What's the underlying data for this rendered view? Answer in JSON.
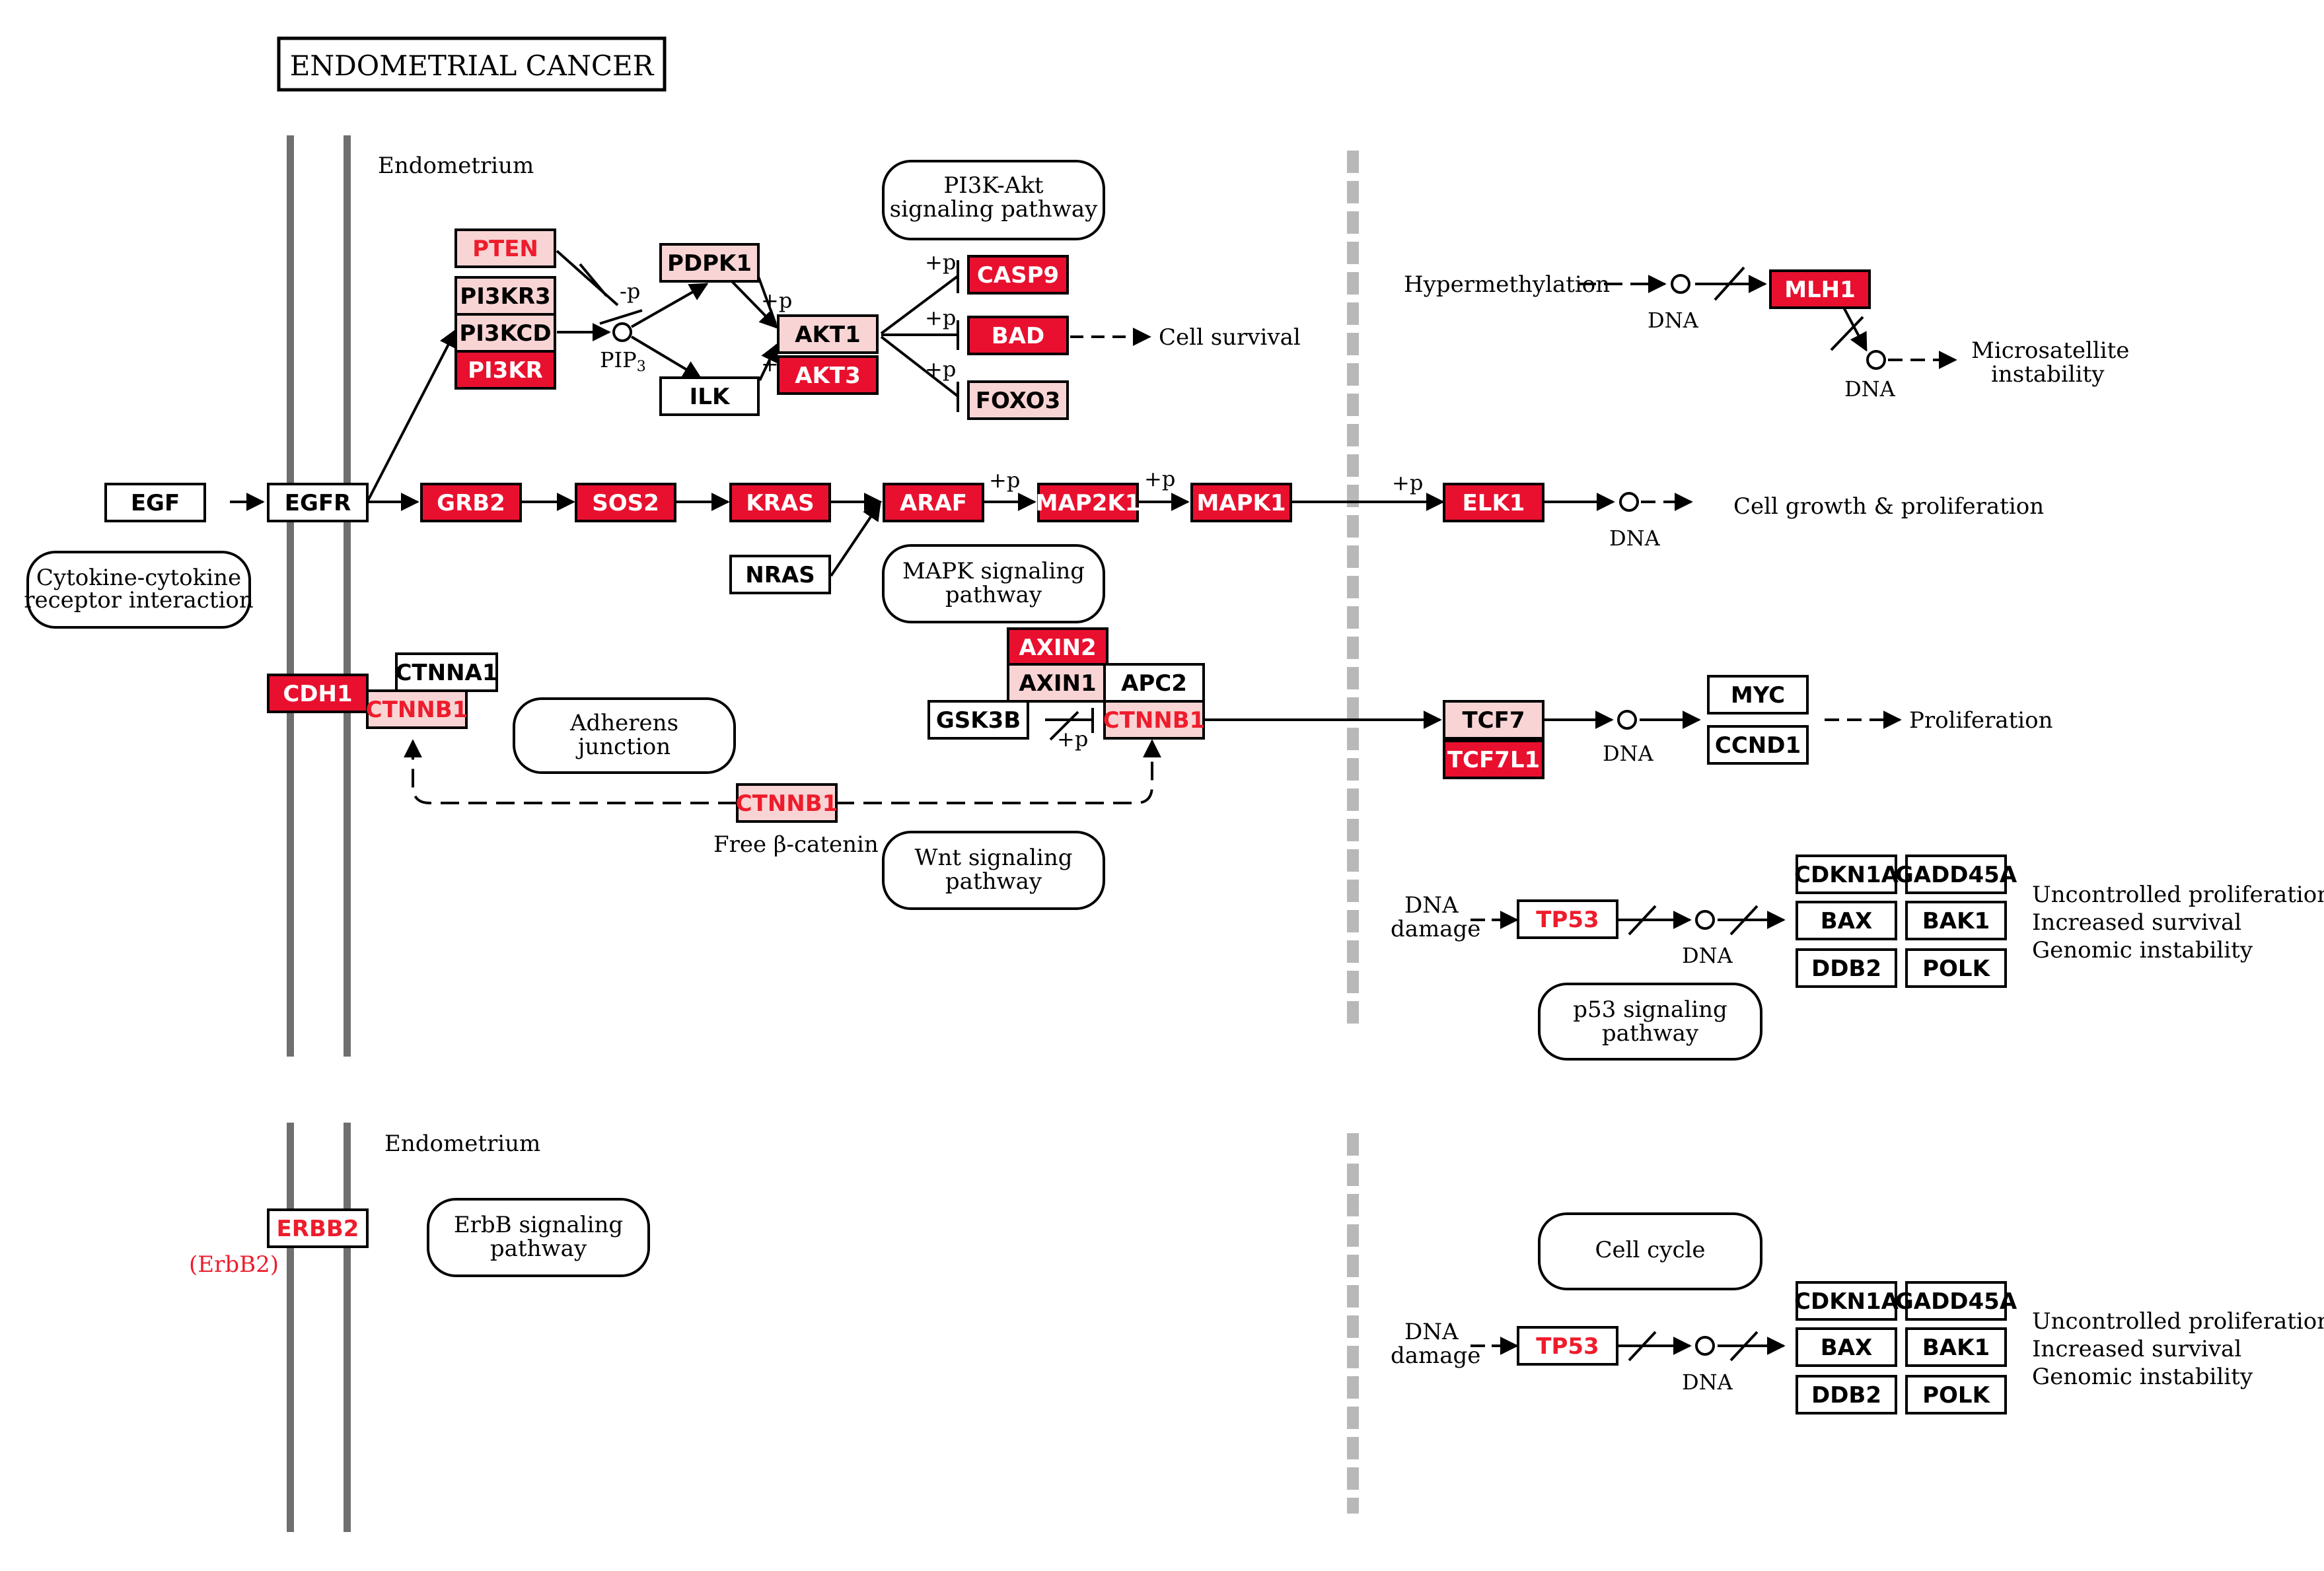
{
  "title": "ENDOMETRIAL CANCER",
  "colors": {
    "strong": "#e8102e",
    "light": "#f8d4d4",
    "white": "#ffffff",
    "red_text": "#ee1c2c",
    "membrane": "#6f6f6f",
    "divider": "#b8b8b8"
  },
  "labels": {
    "endometrium_top": "Endometrium",
    "endometrium_bottom": "Endometrium",
    "pip3": "PIP",
    "pip3_sub": "3",
    "minus_p": "-p",
    "plus_p": "+p",
    "plus": "+",
    "cell_survival": "Cell survival",
    "hypermethylation": "Hypermethylation",
    "dna": "DNA",
    "microsatellite_1": "Microsatellite",
    "microsatellite_2": "instability",
    "cell_growth": "Cell growth & proliferation",
    "proliferation": "Proliferation",
    "free_beta_catenin": "Free β-catenin",
    "dna_damage_1": "DNA",
    "dna_damage_2": "damage",
    "outcome_1": "Uncontrolled proliferation",
    "outcome_2": "Increased survival",
    "outcome_3": "Genomic instability",
    "erbb2_alias": "(ErbB2)"
  },
  "pathways": {
    "pi3k": [
      "PI3K-Akt",
      "signaling pathway"
    ],
    "cytokine": [
      "Cytokine-cytokine",
      "receptor interaction"
    ],
    "mapk": [
      "MAPK signaling",
      "pathway"
    ],
    "adherens": [
      "Adherens",
      "junction"
    ],
    "wnt": [
      "Wnt signaling",
      "pathway"
    ],
    "p53": [
      "p53 signaling",
      "pathway"
    ],
    "erbb": [
      "ErbB signaling",
      "pathway"
    ],
    "cell_cycle": [
      "Cell cycle"
    ]
  },
  "genes": {
    "pten": "PTEN",
    "pi3kr3": "PI3KR3",
    "pi3kcd": "PI3KCD",
    "pi3kr": "PI3KR",
    "pdpk1": "PDPK1",
    "ilk": "ILK",
    "akt1": "AKT1",
    "akt3": "AKT3",
    "casp9": "CASP9",
    "bad": "BAD",
    "foxo3": "FOXO3",
    "mlh1": "MLH1",
    "egf": "EGF",
    "egfr": "EGFR",
    "grb2": "GRB2",
    "sos2": "SOS2",
    "kras": "KRAS",
    "araf": "ARAF",
    "map2k1": "MAP2K1",
    "mapk1": "MAPK1",
    "elk1": "ELK1",
    "nras": "NRAS",
    "cdh1": "CDH1",
    "ctnna1": "CTNNA1",
    "ctnnb1_membrane": "CTNNB1",
    "axin2": "AXIN2",
    "axin1": "AXIN1",
    "apc2": "APC2",
    "gsk3b": "GSK3B",
    "ctnnb1_cyto": "CTNNB1",
    "ctnnb1_free": "CTNNB1",
    "tcf7": "TCF7",
    "tcf7l1": "TCF7L1",
    "myc": "MYC",
    "ccnd1": "CCND1",
    "tp53_a": "TP53",
    "tp53_b": "TP53",
    "erbb2": "ERBB2",
    "p53_targets_a": [
      "CDKN1A",
      "GADD45A",
      "BAX",
      "BAK1",
      "DDB2",
      "POLK"
    ],
    "p53_targets_b": [
      "CDKN1A",
      "GADD45A",
      "BAX",
      "BAK1",
      "DDB2",
      "POLK"
    ]
  }
}
